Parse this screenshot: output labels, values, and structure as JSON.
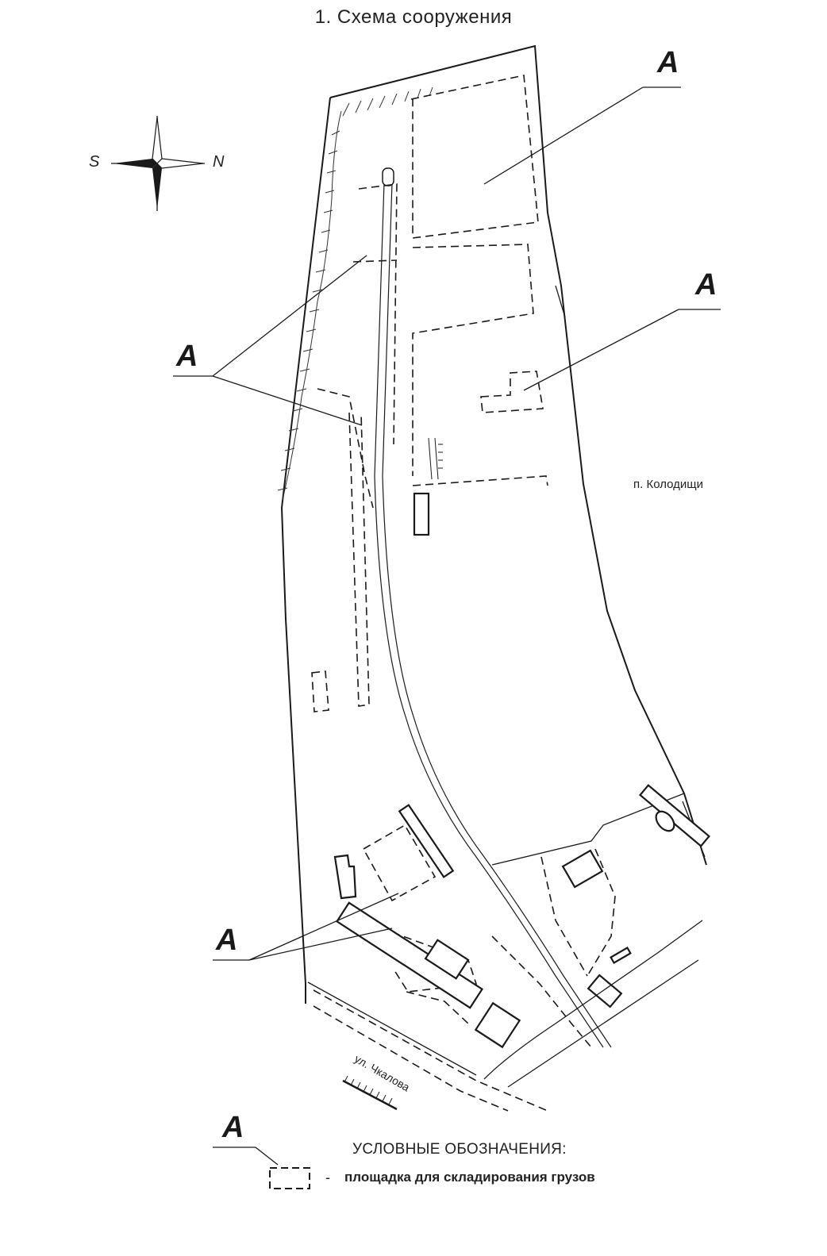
{
  "title": "1. Схема сооружения",
  "compass": {
    "left_letter": "S",
    "right_letter": "N",
    "icon": "compass-rose-icon"
  },
  "callout_letter": "A",
  "place_label": "п. Колодищи",
  "street_label": "ул. Чкалова",
  "legend": {
    "title": "УСЛОВНЫЕ ОБОЗНАЧЕНИЯ:",
    "dash": "-",
    "item_label": "площадка для складирования грузов",
    "symbol_icon": "dashed-rectangle-icon"
  }
}
